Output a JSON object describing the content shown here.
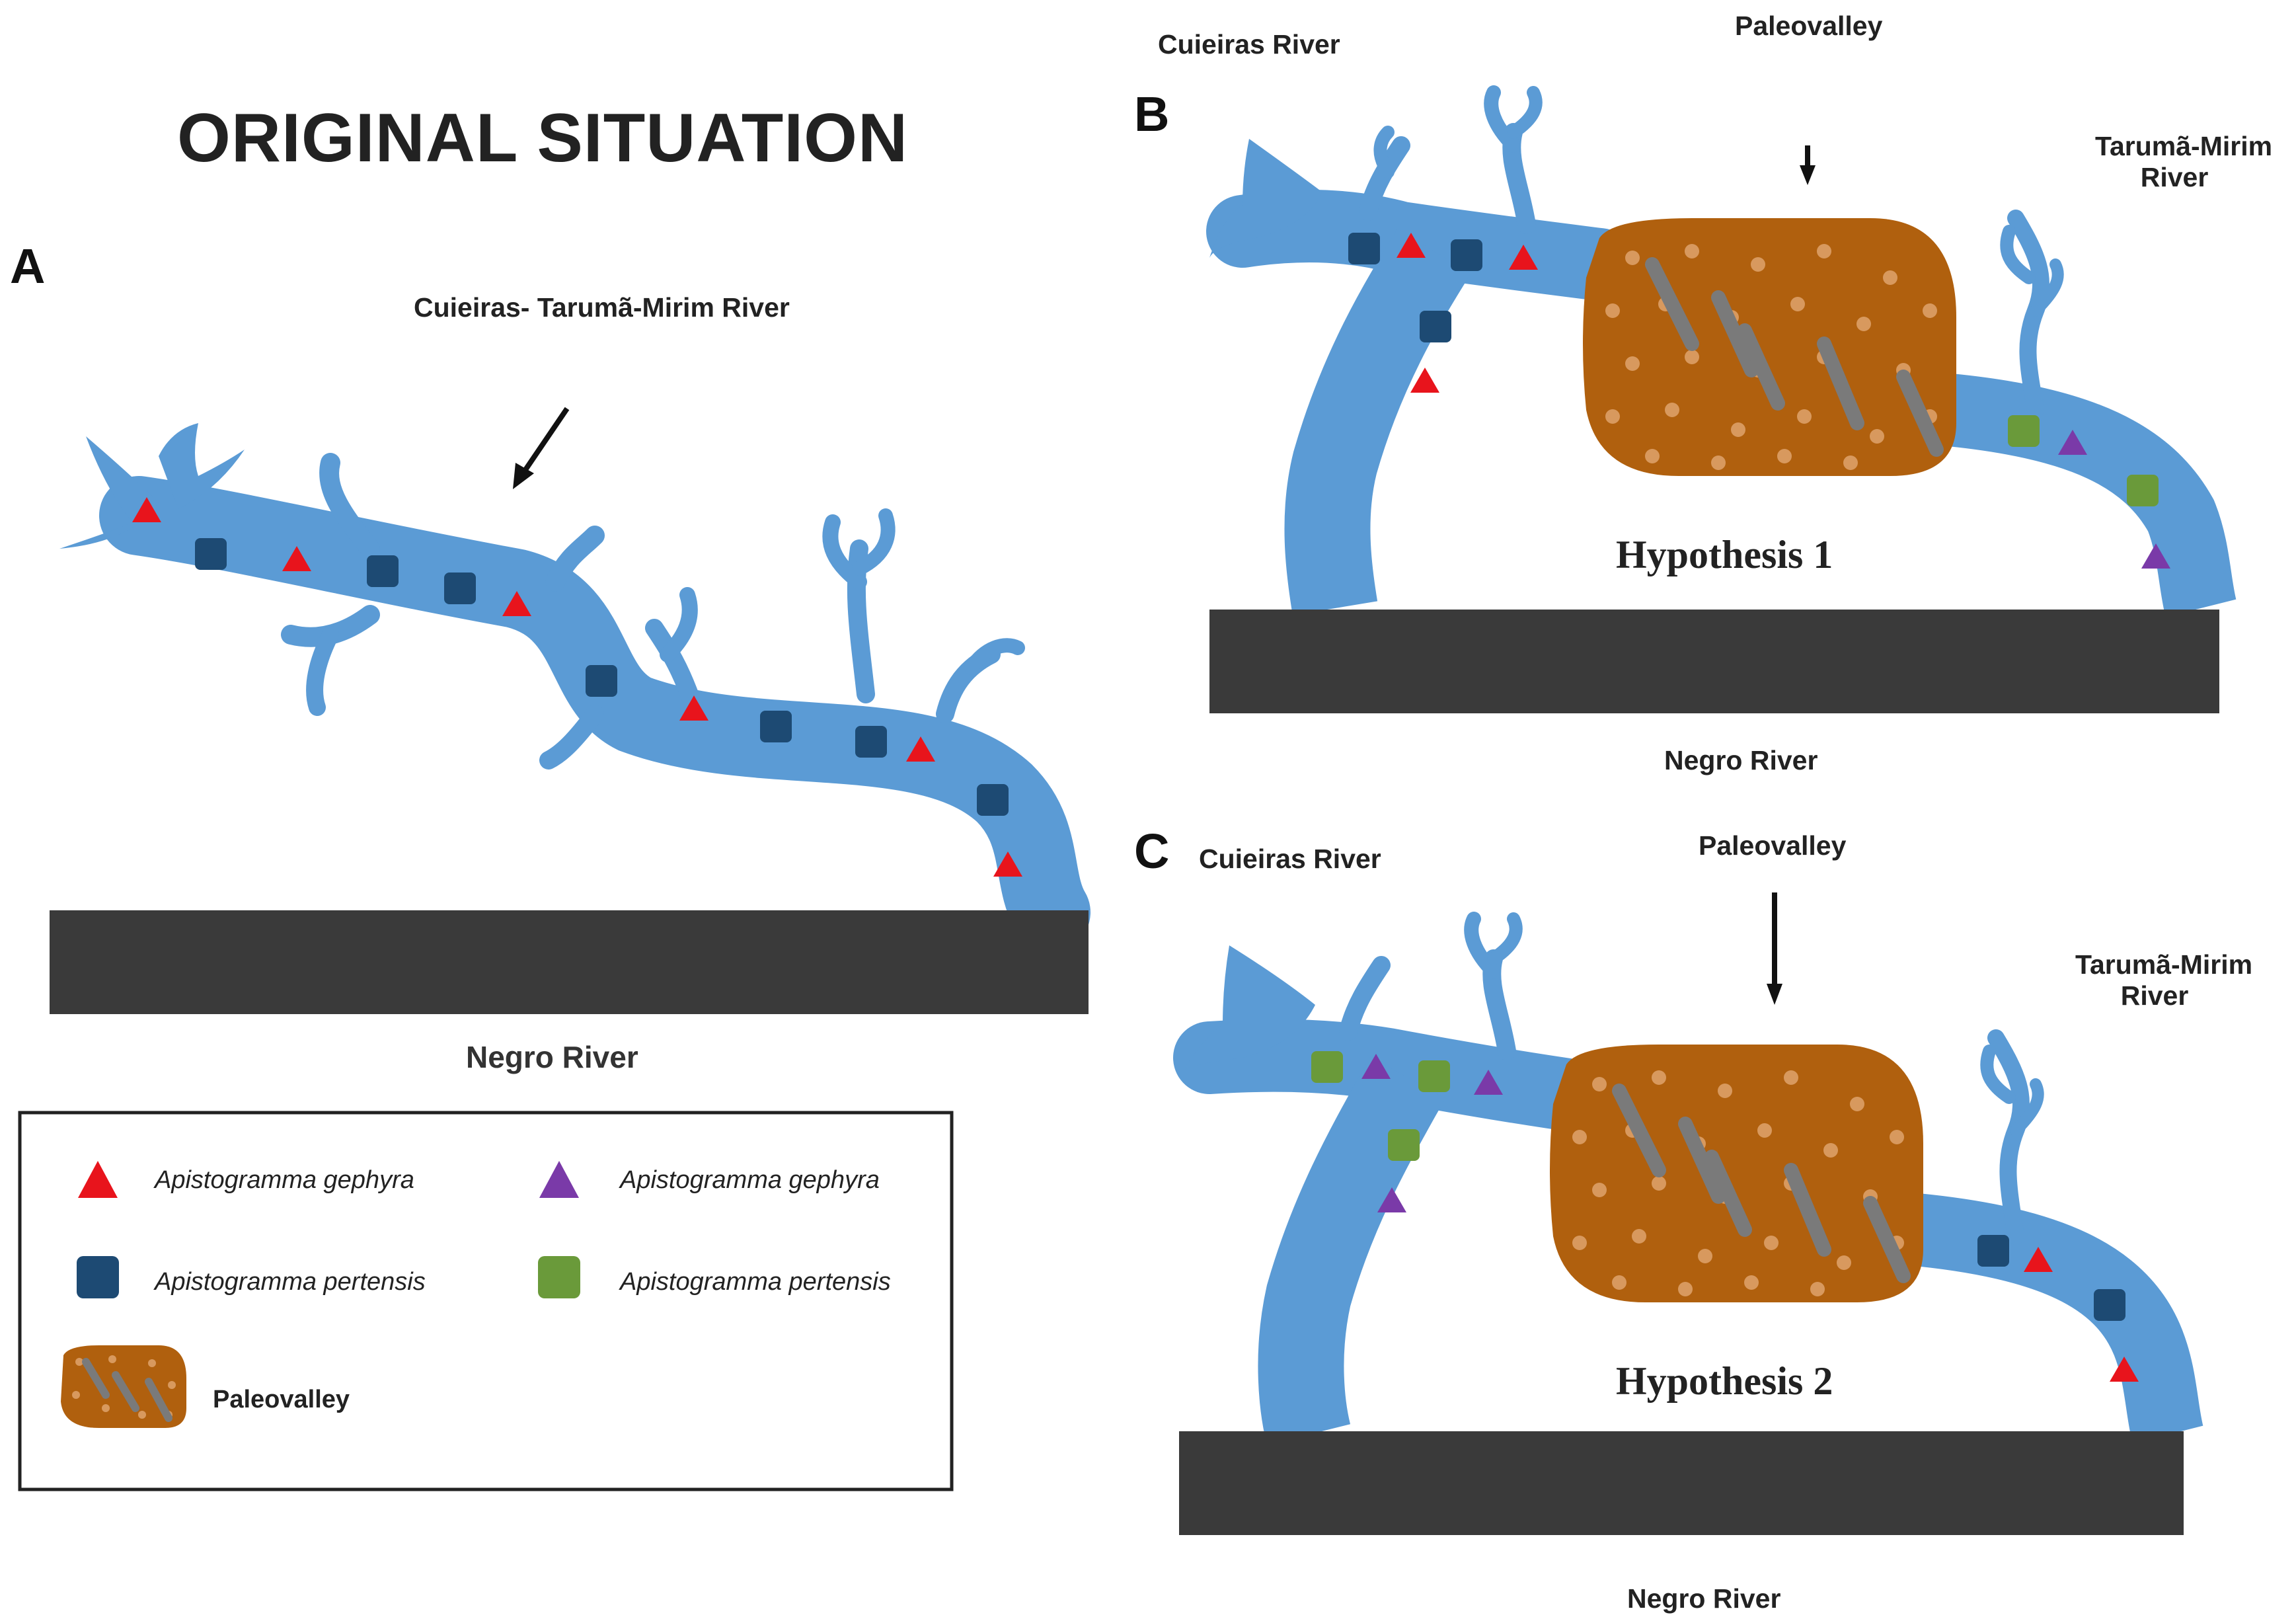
{
  "panel_a": {
    "title": "ORIGINAL SITUATION",
    "letter": "A",
    "river_name": "Cuieiras- Tarumã-Mirim River",
    "base_river": "Negro River"
  },
  "panel_b": {
    "letter": "B",
    "left_river": "Cuieiras River",
    "paleovalley": "Paleovalley",
    "right_river_line1": "Tarumã-Mirim",
    "right_river_line2": "River",
    "hypothesis": "Hypothesis 1",
    "base_river": "Negro River"
  },
  "panel_c": {
    "letter": "C",
    "left_river": "Cuieiras River",
    "paleovalley": "Paleovalley",
    "right_river_line1": "Tarumã-Mirim",
    "right_river_line2": "River",
    "hypothesis": "Hypothesis 2",
    "base_river": "Negro River"
  },
  "legend": {
    "items": [
      {
        "symbol": "triangle",
        "color": "#e8141c",
        "label": "Apistogramma gephyra"
      },
      {
        "symbol": "square",
        "color": "#1d4a73",
        "label": "Apistogramma pertensis"
      },
      {
        "symbol": "triangle",
        "color": "#7a3aa8",
        "label": "Apistogramma gephyra"
      },
      {
        "symbol": "square",
        "color": "#6a9a3a",
        "label": "Apistogramma pertensis"
      },
      {
        "symbol": "paleovalley",
        "color": "#b0600e",
        "label": "Paleovalley"
      }
    ]
  },
  "colors": {
    "river": "#5b9bd5",
    "bar": "#3a3a3a",
    "paleovalley": "#b0600e",
    "paleovalley_dots": "#d8995e",
    "paleovalley_stripes": "#7a7a7a"
  }
}
